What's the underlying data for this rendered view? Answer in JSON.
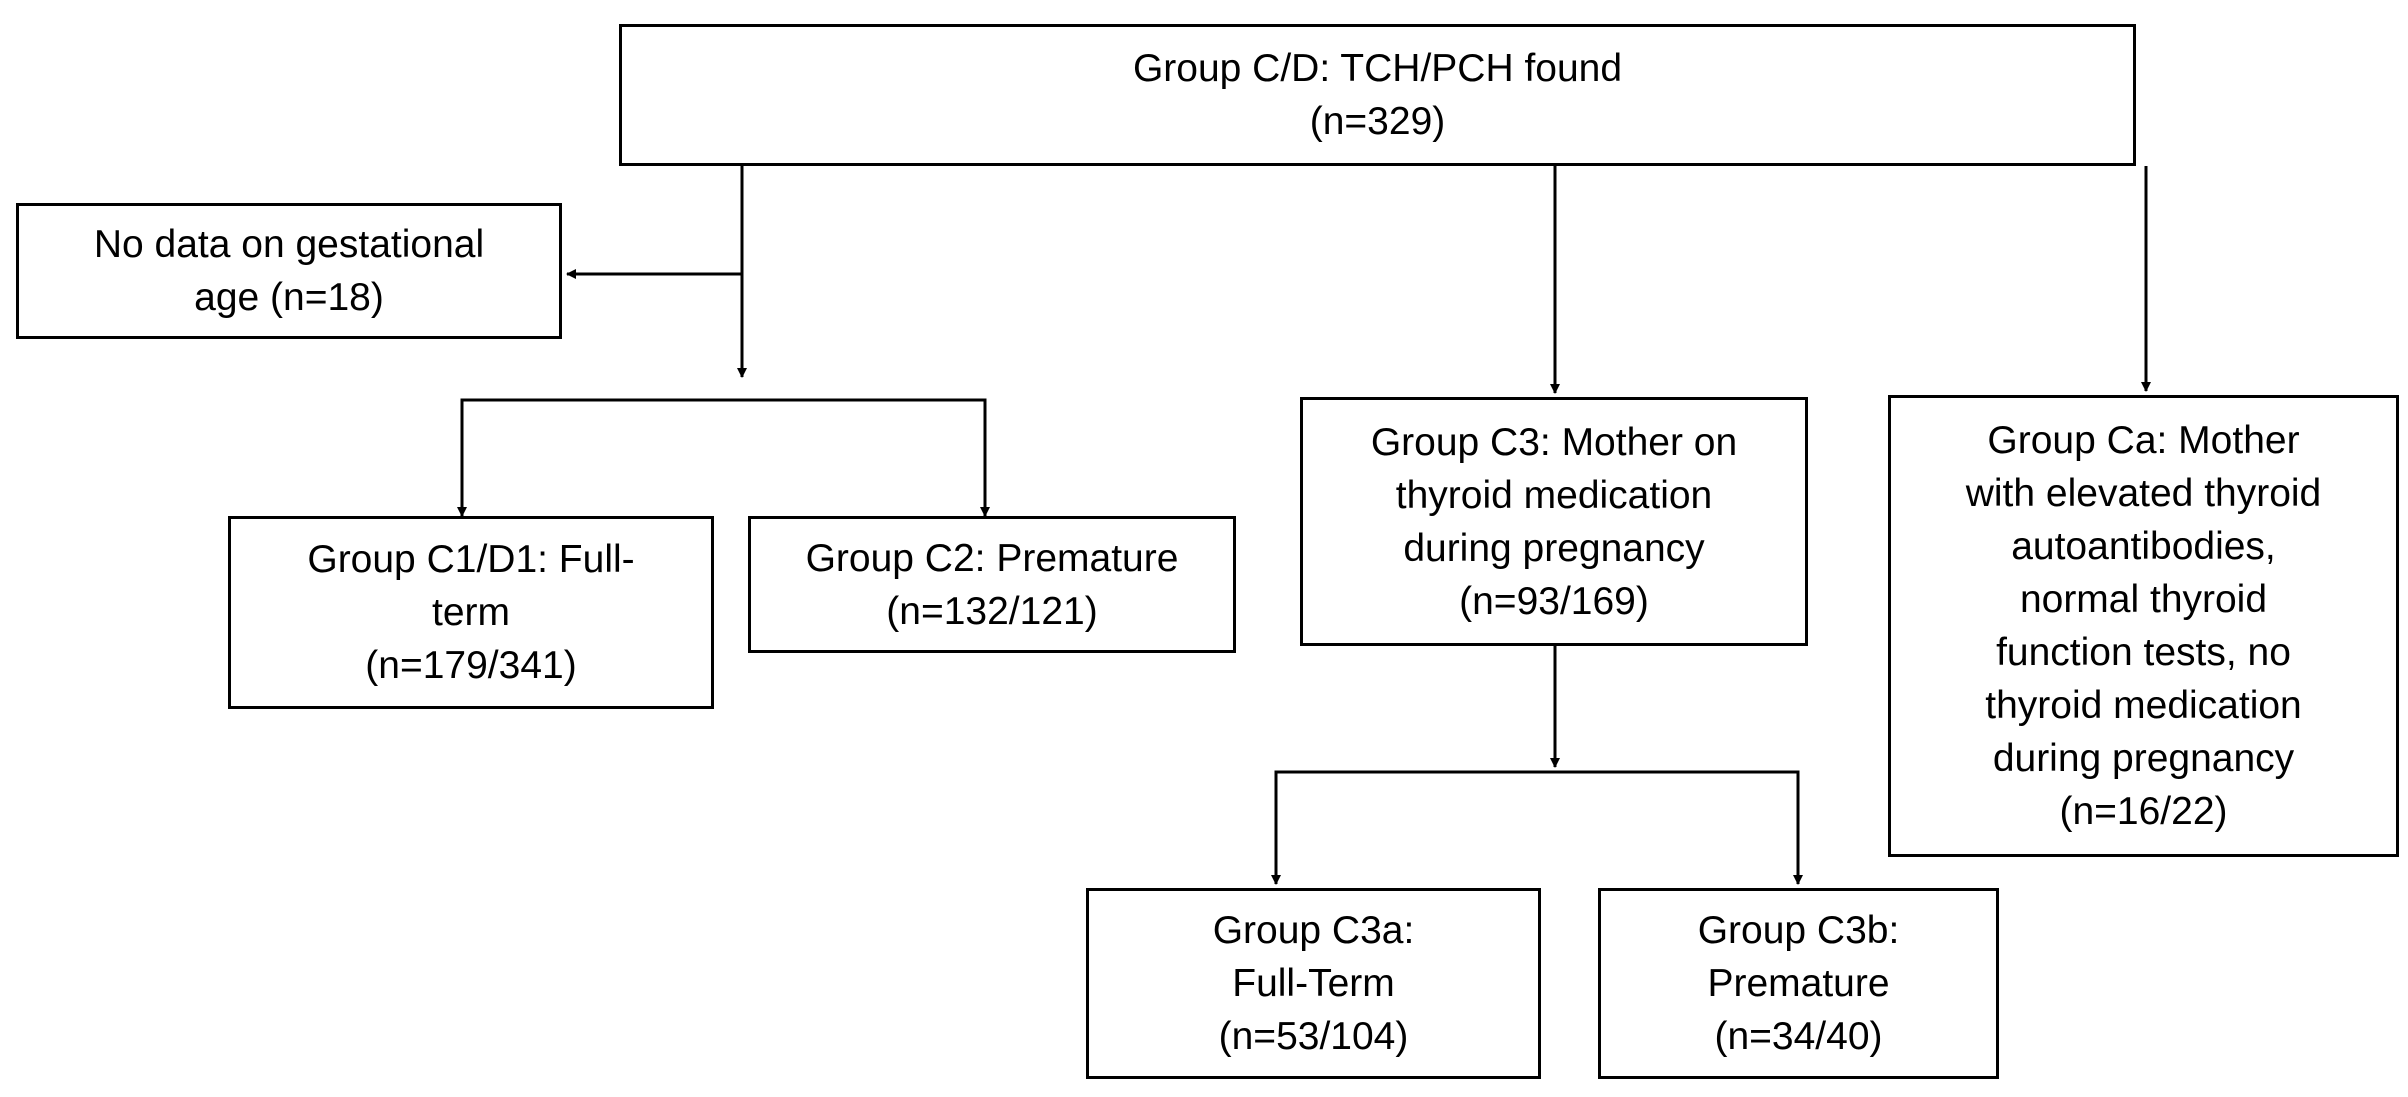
{
  "nodes": {
    "root": {
      "lines": [
        "Group C/D: TCH/PCH found",
        "(n=329)"
      ]
    },
    "no_data": {
      "lines": [
        "No data on gestational",
        "age (n=18)"
      ]
    },
    "c1d1": {
      "lines": [
        "Group C1/D1: Full-",
        "term",
        "(n=179/341)"
      ]
    },
    "c2": {
      "lines": [
        "Group C2: Premature",
        "(n=132/121)"
      ]
    },
    "c3": {
      "lines": [
        "Group C3: Mother on",
        "thyroid medication",
        "during pregnancy",
        "(n=93/169)"
      ]
    },
    "ca": {
      "lines": [
        "Group Ca: Mother",
        "with elevated thyroid",
        "autoantibodies,",
        "normal thyroid",
        "function tests, no",
        "thyroid medication",
        "during pregnancy",
        "(n=16/22)"
      ]
    },
    "c3a": {
      "lines": [
        "Group C3a:",
        "Full-Term",
        "(n=53/104)"
      ]
    },
    "c3b": {
      "lines": [
        "Group C3b:",
        "Premature",
        "(n=34/40)"
      ]
    }
  }
}
